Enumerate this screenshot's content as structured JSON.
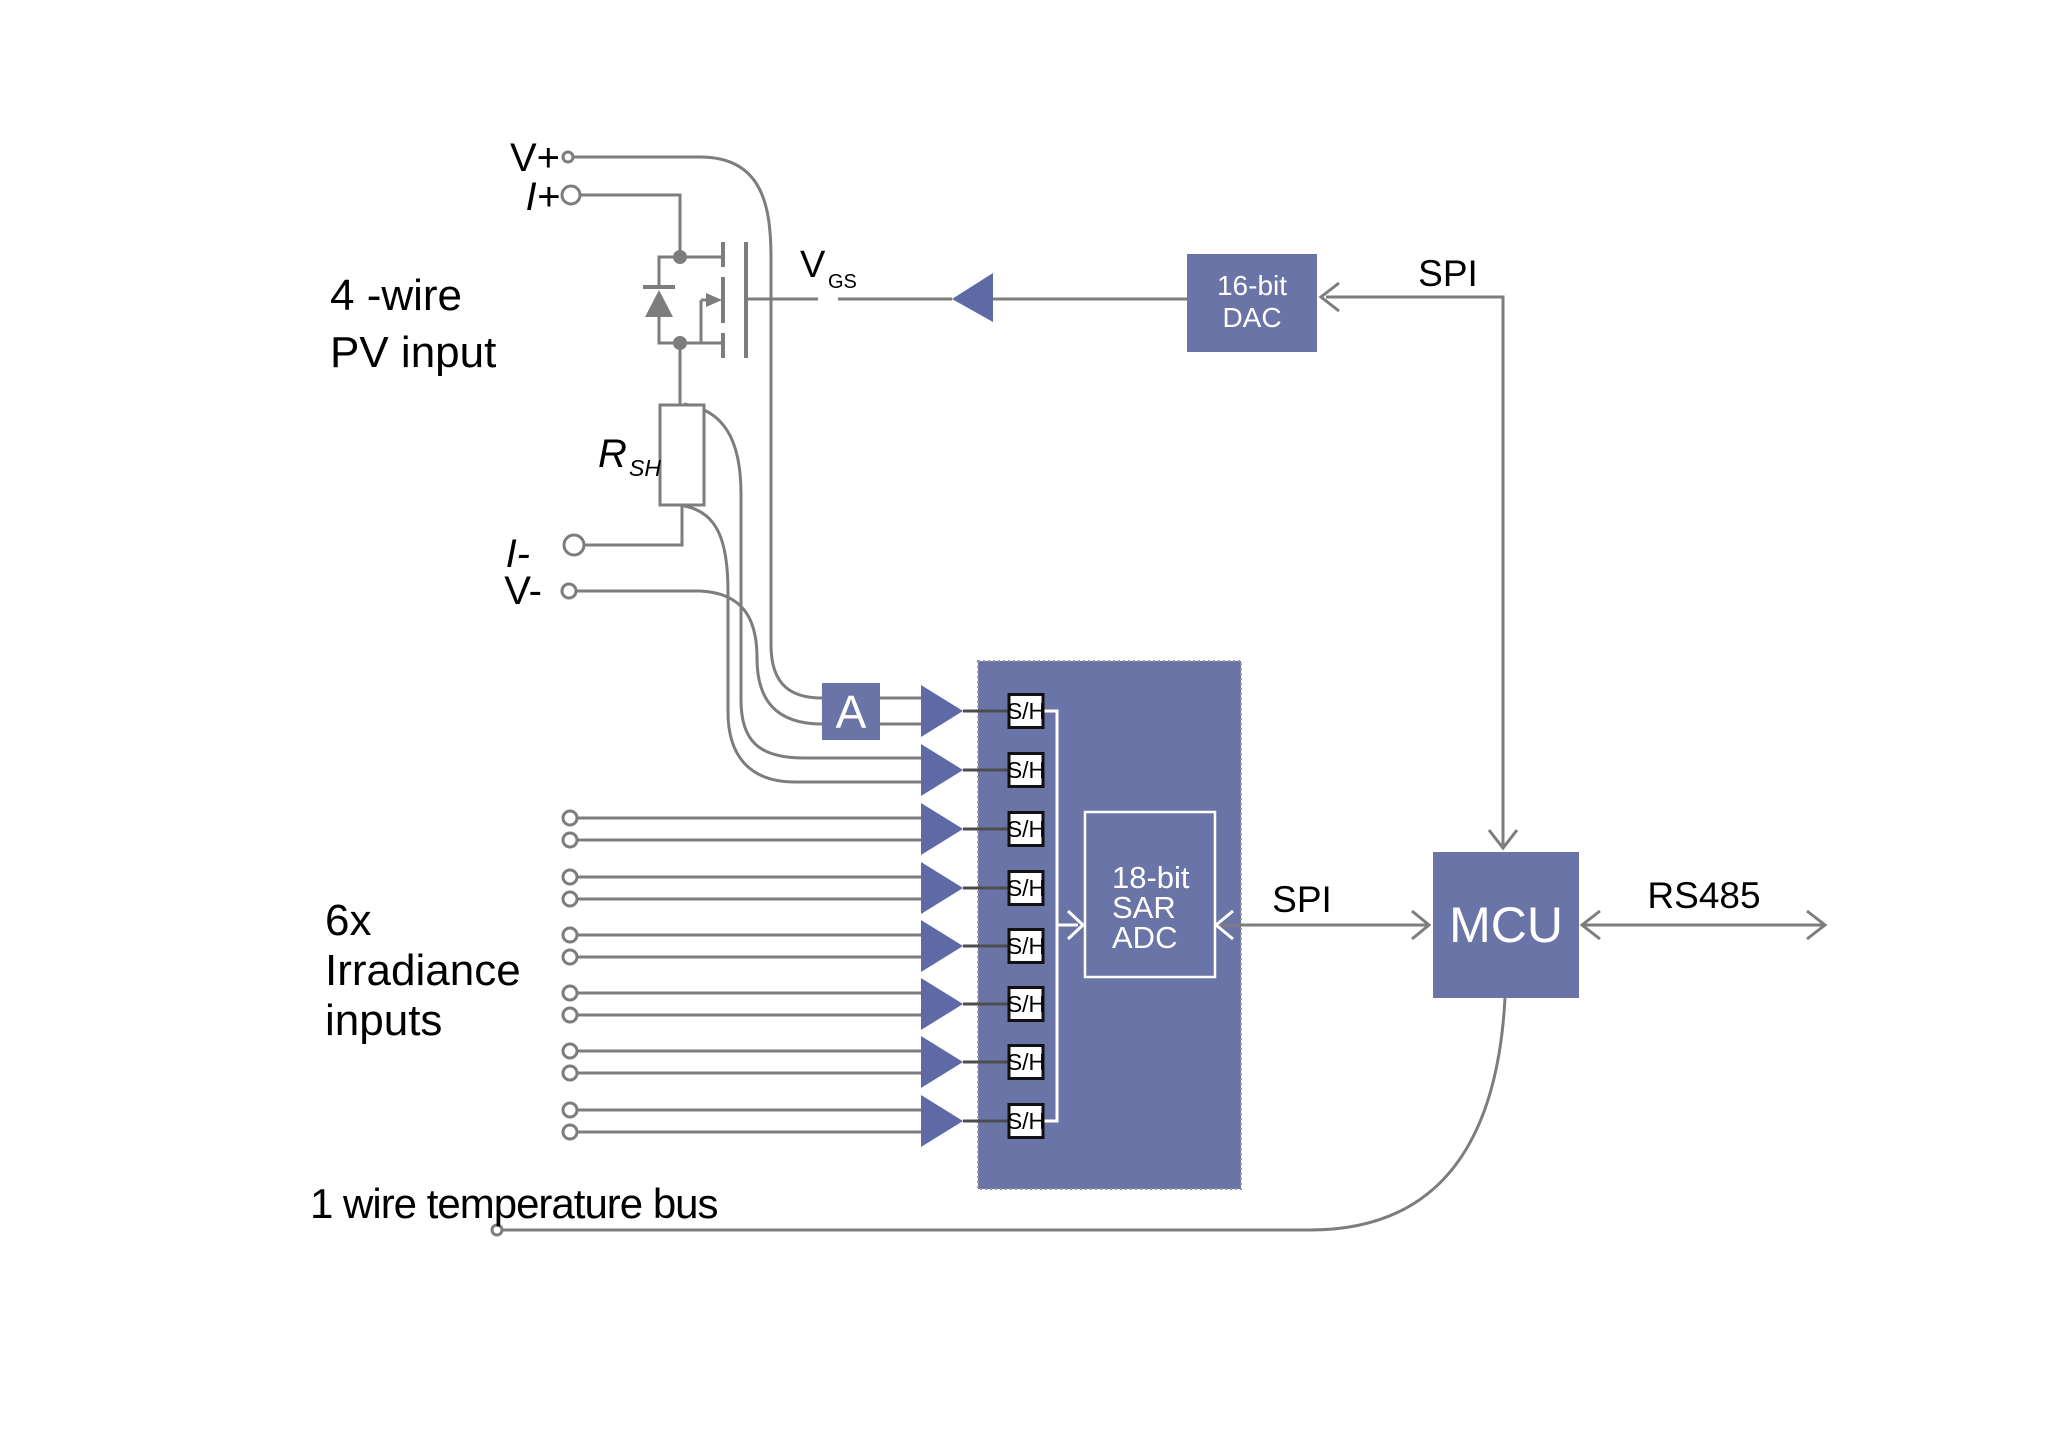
{
  "pv": {
    "label_line1": "4 -wire",
    "label_line2": "PV input",
    "terminal_vplus": "V+",
    "terminal_iplus": "I+",
    "terminal_iminus": "I-",
    "terminal_vminus": "V-",
    "shunt_label": "R",
    "shunt_label_sub": "SH"
  },
  "gate": {
    "label": "V",
    "label_sub": "GS"
  },
  "dac": {
    "line1": "16-bit",
    "line2": "DAC"
  },
  "adc": {
    "amp_label": "A",
    "sh_label": "S/H",
    "channel_count": 8,
    "inner_line1": "18-bit",
    "inner_line2": "SAR",
    "inner_line3": "ADC"
  },
  "mcu": {
    "label": "MCU"
  },
  "buses": {
    "spi_dac": "SPI",
    "spi_adc": "SPI",
    "rs485": "RS485",
    "temperature": "1 wire temperature bus"
  },
  "irradiance": {
    "label_line1": "6x",
    "label_line2": "Irradiance",
    "label_line3": "inputs",
    "input_count": 6
  },
  "colors": {
    "block_blue": "#6b74a6",
    "triangle_blue": "#5d6aa5",
    "wire_gray": "#7d7d7d",
    "dashed_border_gray": "#9a9a9a"
  }
}
